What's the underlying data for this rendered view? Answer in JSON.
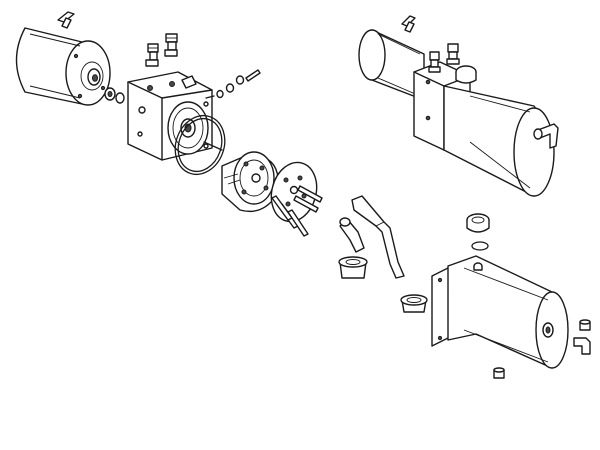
{
  "diagram": {
    "kind": "exploded-assembly-line-drawing",
    "line_color": "#1a1a1a",
    "background": "#ffffff",
    "assemblies": [
      "exploded-view",
      "assembled-pump-unit",
      "reservoir-tank-view"
    ]
  }
}
